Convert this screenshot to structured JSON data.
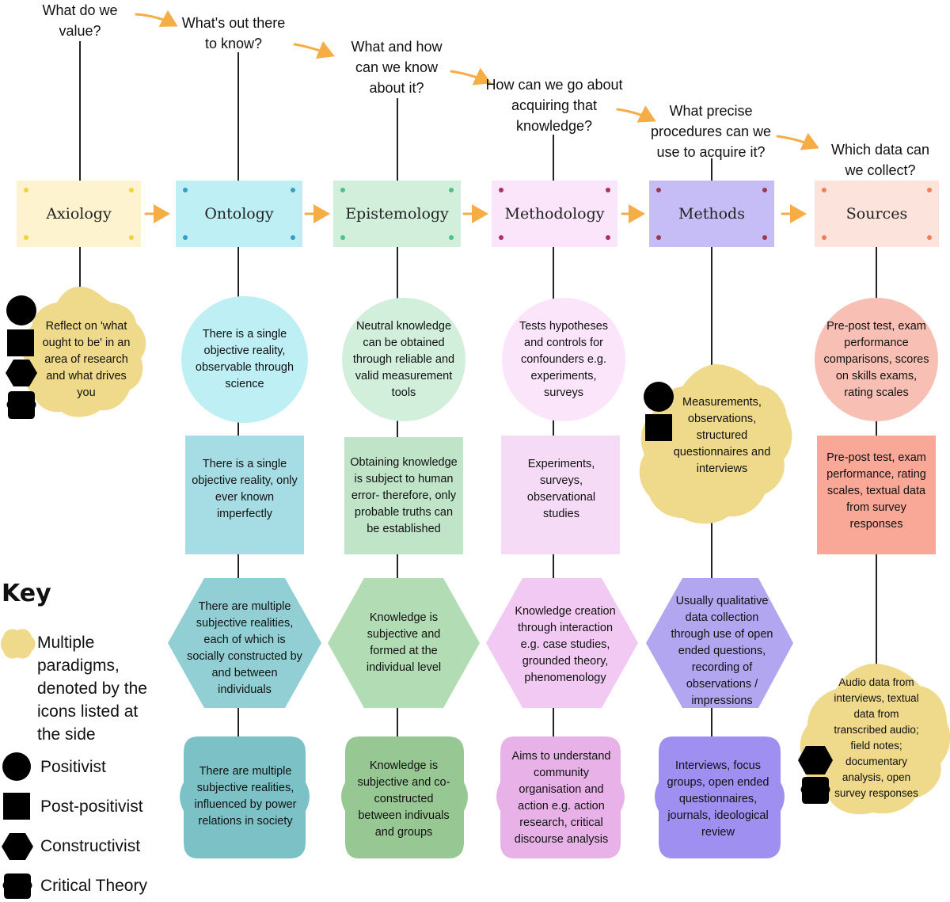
{
  "questions": {
    "axiology": "What do we value?",
    "ontology": "What's out there to know?",
    "epistemology": "What and how can we know about it?",
    "methodology": "How can we go about acquiring that knowledge?",
    "methods": "What precise procedures can we use to acquire it?",
    "sources": "Which data can we collect?"
  },
  "headers": {
    "axiology": "Axiology",
    "ontology": "Ontology",
    "epistemology": "Epistemology",
    "methodology": "Methodology",
    "methods": "Methods",
    "sources": "Sources"
  },
  "axiology": {
    "multiple": "Reflect on 'what ought to be' in an area of research and what drives you"
  },
  "ontology": {
    "positivist": "There is a single objective reality, observable through science",
    "post_positivist": "There is a single objective reality, only ever known imperfectly",
    "constructivist": "There are multiple subjective realities, each of which is socially constructed by and between individuals",
    "critical": "There are multiple subjective realities, influenced by power relations in society"
  },
  "epistemology": {
    "positivist": "Neutral knowledge can be obtained through reliable and valid measurement tools",
    "post_positivist": "Obtaining knowledge is subject to human error- therefore, only probable truths can be established",
    "constructivist": "Knowledge is subjective and formed at the individual level",
    "critical": "Knowledge is subjective and co-constructed between indivuals and groups"
  },
  "methodology": {
    "positivist": "Tests hypotheses and controls for confounders e.g. experiments, surveys",
    "post_positivist": "Experiments, surveys, observational studies",
    "constructivist": "Knowledge creation through interaction e.g. case studies, grounded theory, phenomenology",
    "critical": "Aims to understand community organisation and action e.g. action research, critical discourse analysis"
  },
  "methods": {
    "multiple": "Measurements, observations, structured questionnaires and interviews",
    "constructivist": "Usually qualitative data collection through use of open ended questions, recording of observations / impressions",
    "critical": "Interviews, focus groups, open ended questionnaires, journals, ideological review"
  },
  "sources": {
    "positivist": "Pre-post test, exam performance comparisons, scores on skills exams, rating scales",
    "post_positivist": "Pre-post test, exam performance, rating scales, textual data from survey responses",
    "multiple": "Audio data from interviews, textual data from transcribed audio; field notes; documentary analysis, open survey responses"
  },
  "key": {
    "title": "Key",
    "multiple": "Multiple paradigms, denoted by the icons listed at the side",
    "positivist": "Positivist",
    "post_positivist": "Post-positivist",
    "constructivist": "Constructivist",
    "critical": "Critical Theory"
  },
  "colors": {
    "axiology": "#fdf3cf",
    "ontology": "#bdeff5",
    "epistemology": "#d2efdc",
    "methodology": "#fbe5fb",
    "methods": "#c7bdf6",
    "sources": "#fce3dc",
    "multiple": "#efd98a",
    "arrow": "#f6ad45"
  },
  "icons": [
    "circle-icon",
    "square-icon",
    "hexagon-icon",
    "brace-square-icon"
  ]
}
